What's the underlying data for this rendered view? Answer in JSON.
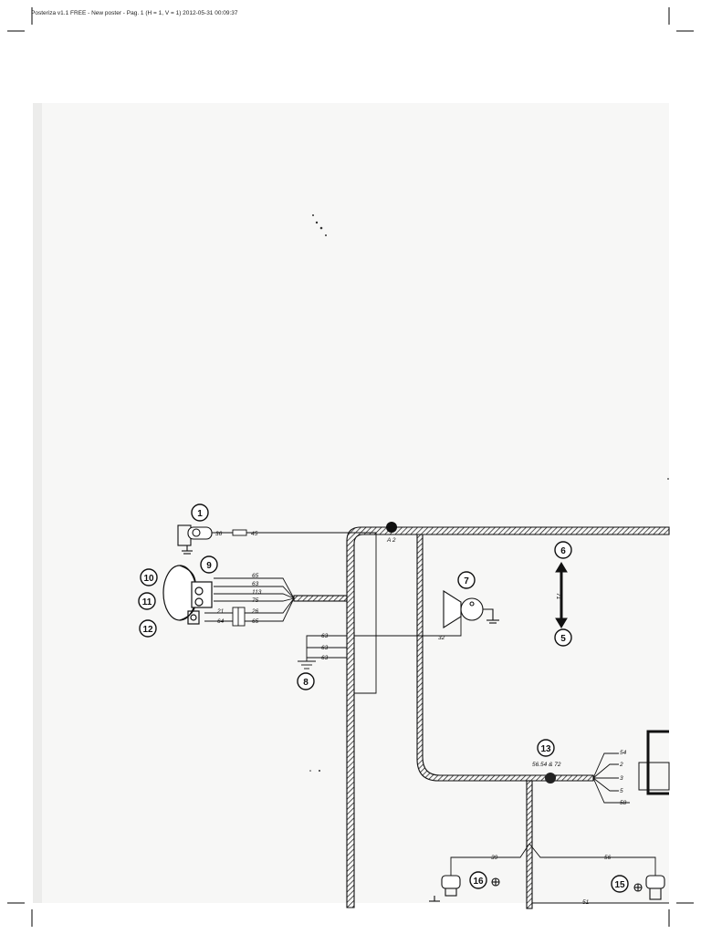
{
  "header": {
    "text": "Posteriza v1.1 FREE - New poster - Pag. 1 (H = 1, V = 1) 2012-05-31  00:09:37"
  },
  "diagram": {
    "components": [
      {
        "id": "c1",
        "number": "1"
      },
      {
        "id": "c5",
        "number": "5"
      },
      {
        "id": "c6",
        "number": "6"
      },
      {
        "id": "c7",
        "number": "7"
      },
      {
        "id": "c8",
        "number": "8"
      },
      {
        "id": "c9",
        "number": "9"
      },
      {
        "id": "c10",
        "number": "10"
      },
      {
        "id": "c11",
        "number": "11"
      },
      {
        "id": "c12",
        "number": "12"
      },
      {
        "id": "c13",
        "number": "13"
      },
      {
        "id": "c15",
        "number": "15"
      },
      {
        "id": "c16",
        "number": "16"
      }
    ],
    "wire_labels": {
      "w36": "36",
      "w45": "45",
      "w65a": "65",
      "w63a": "63",
      "w113": "113",
      "w75": "75",
      "w21": "21",
      "w26": "26",
      "w64": "64",
      "w65b": "65",
      "w63b": "63",
      "w63c": "63",
      "w63d": "63",
      "w32": "32",
      "w71": "71",
      "w42": "A 2",
      "w13sub": "56.54 & 72",
      "w54": "54",
      "w2": "2",
      "w3": "3",
      "w5": "5",
      "w58": "58",
      "w39": "39",
      "w56": "56",
      "w51": "51"
    }
  }
}
